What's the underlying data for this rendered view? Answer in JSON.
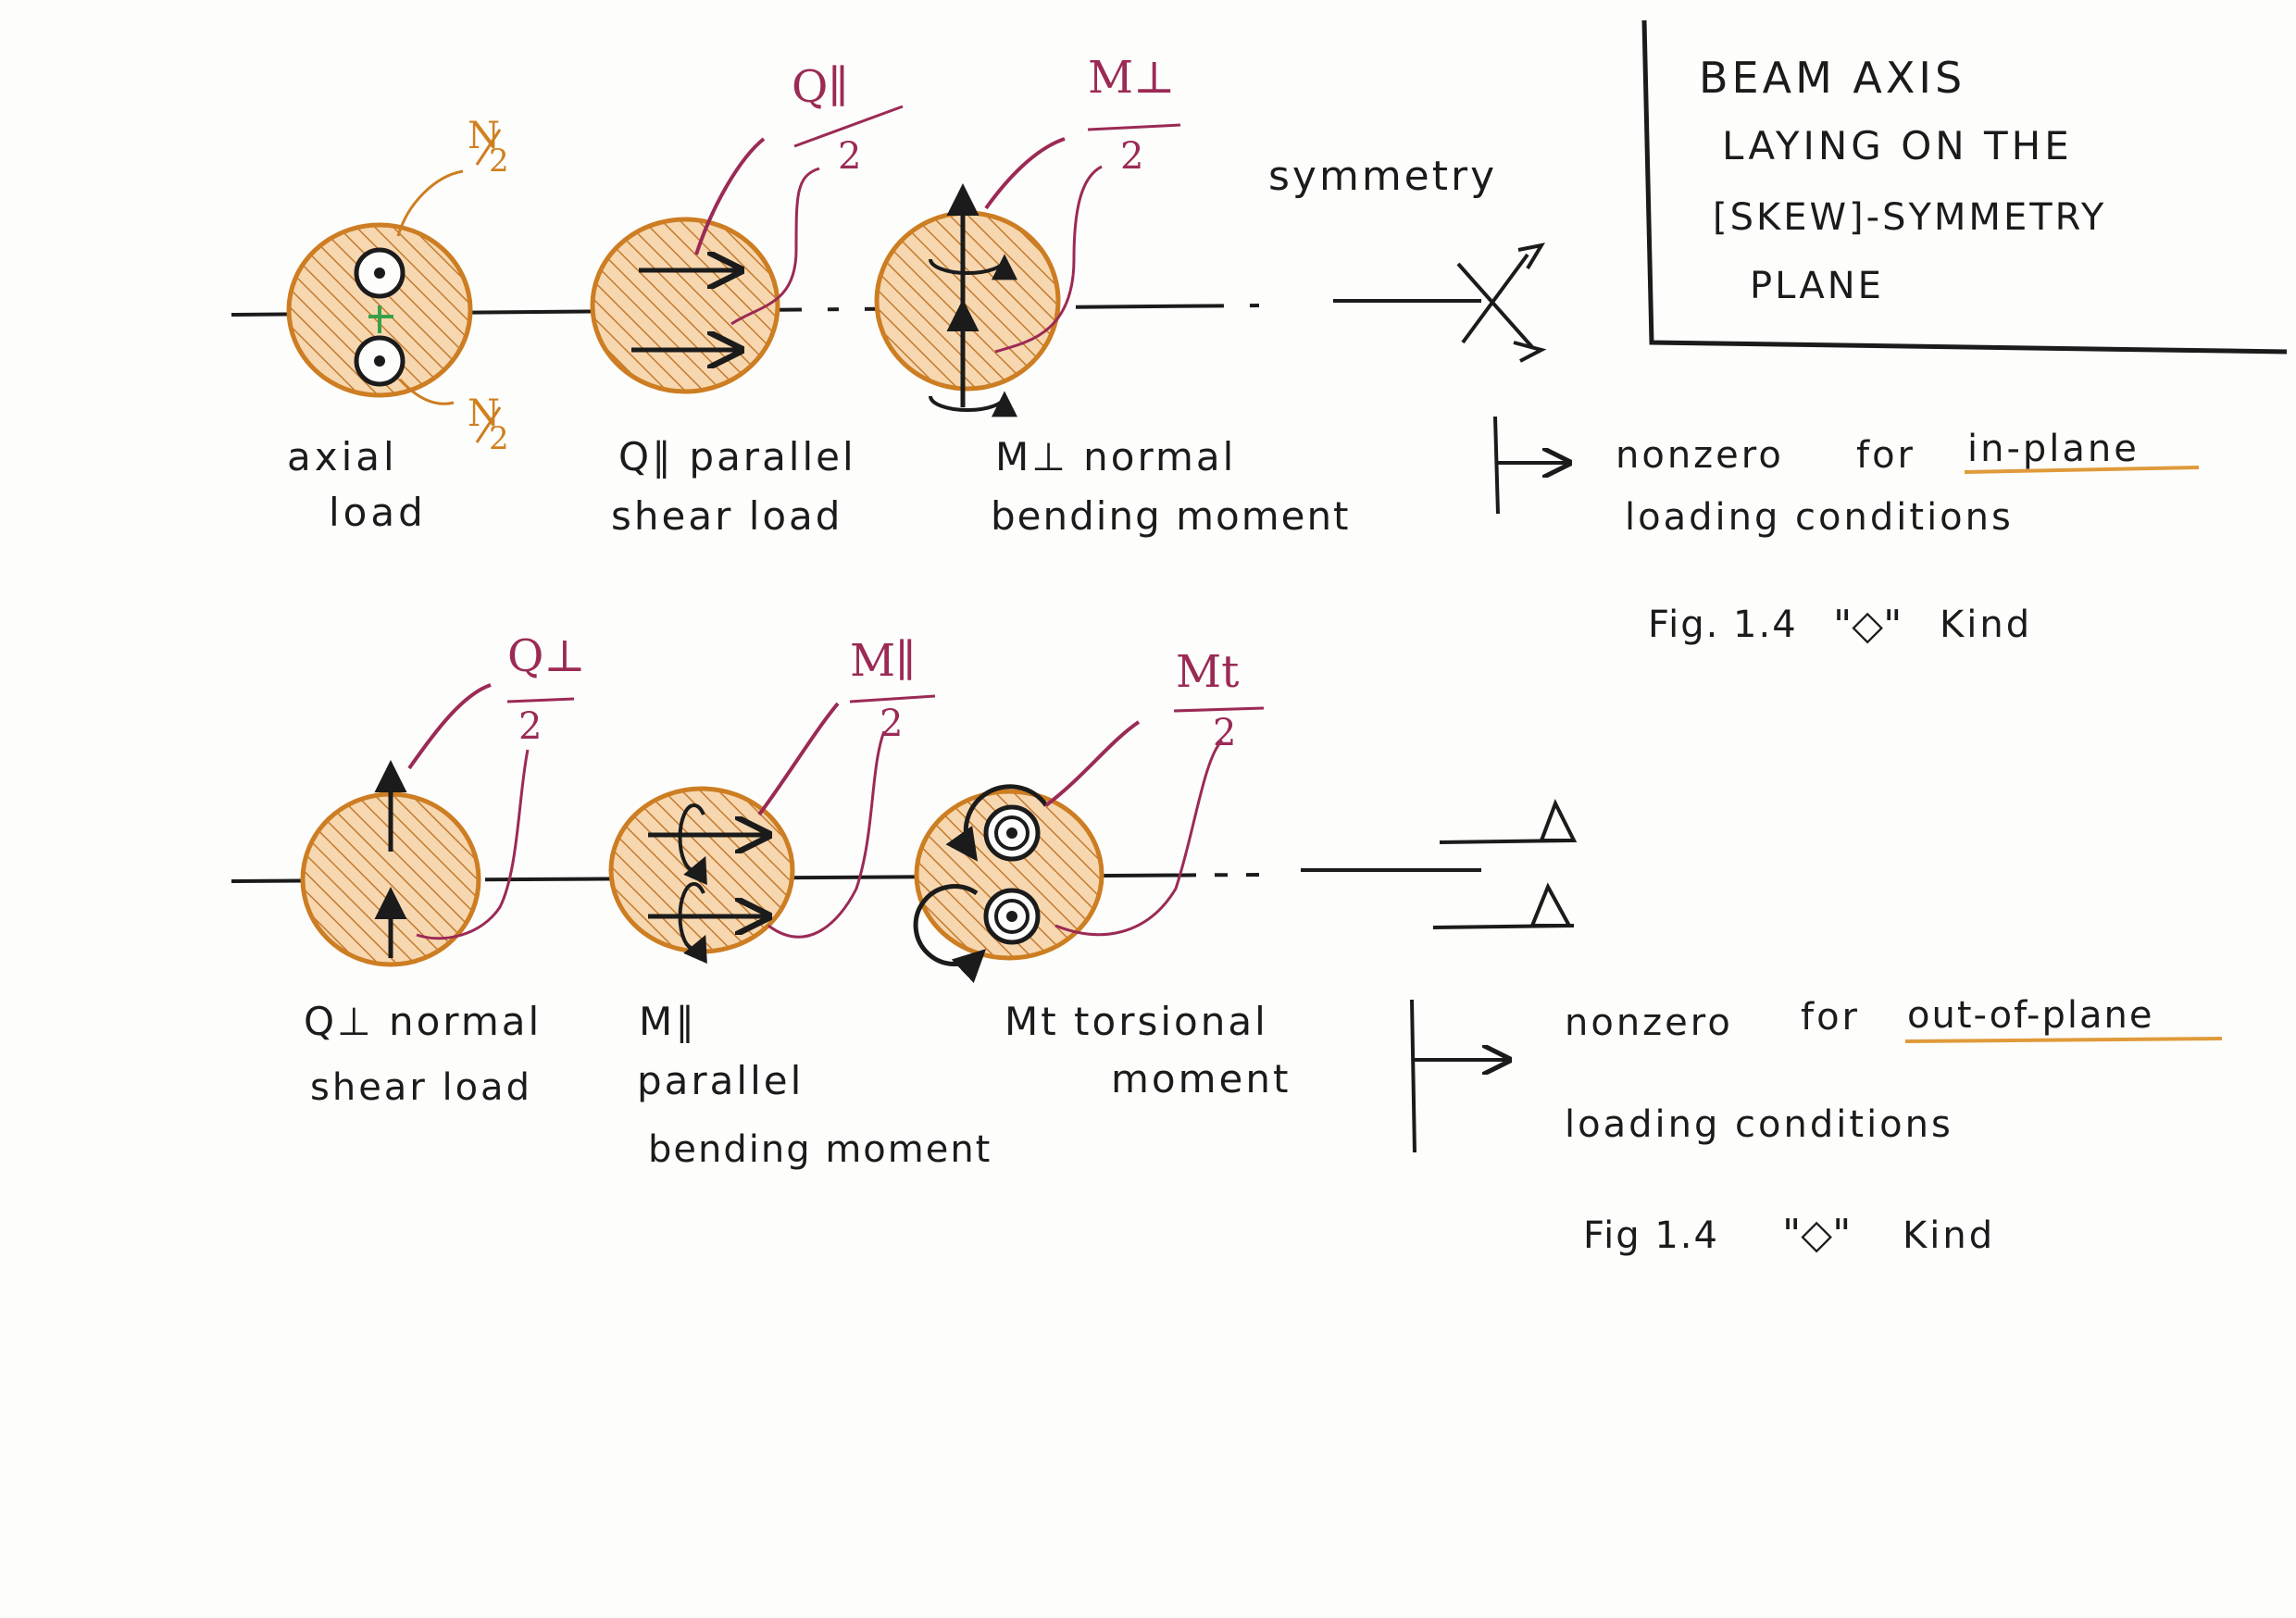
{
  "colors": {
    "ink": "#1b1b1b",
    "section_fill": "#f6d7b0",
    "section_edge": "#cd7d22",
    "hatch": "#c57a2c",
    "leader": "#9b2a55",
    "accent_green": "#3aa04a"
  },
  "box": {
    "lines": [
      "BEAM  AXIS",
      "LAYING ON THE",
      "[SKEW]-SYMMETRY",
      "PLANE"
    ]
  },
  "top_row": {
    "symmetry_label": "symmetry",
    "items": [
      {
        "caption": [
          "axial",
          "load"
        ],
        "tag_num": "N",
        "tag_den": "2",
        "tag_num_b": "N",
        "tag_den_b": "2"
      },
      {
        "caption": [
          "Q∥ parallel",
          "shear load"
        ],
        "tag_num": "Q∥",
        "tag_den": "2"
      },
      {
        "caption": [
          "M⊥ normal",
          "bending moment"
        ],
        "tag_num": "M⊥",
        "tag_den": "2"
      }
    ],
    "note": [
      "nonzero",
      "for",
      "in-plane",
      "loading conditions"
    ],
    "fig": [
      "Fig. 1.4",
      "\"◇\"",
      "Kind"
    ]
  },
  "bottom_row": {
    "items": [
      {
        "caption": [
          "Q⊥ normal",
          "shear load"
        ],
        "tag_num": "Q⊥",
        "tag_den": "2"
      },
      {
        "caption": [
          "M∥",
          "parallel",
          "bending moment"
        ],
        "tag_num": "M∥",
        "tag_den": "2"
      },
      {
        "caption": [
          "Mt torsional",
          "moment"
        ],
        "tag_num": "Mt",
        "tag_den": "2"
      }
    ],
    "note": [
      "nonzero",
      "for",
      "out-of-plane",
      "loading conditions"
    ],
    "fig": [
      "Fig 1.4",
      "\"◇\"",
      "Kind"
    ]
  }
}
